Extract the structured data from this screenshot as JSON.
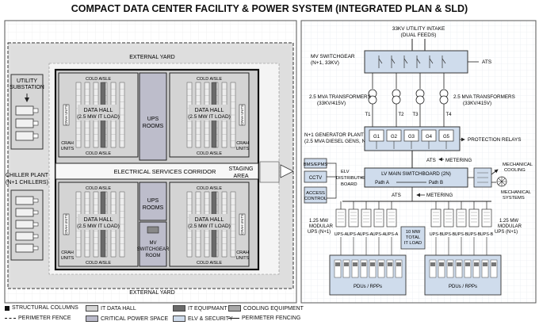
{
  "title": "COMPACT DATA CENTER FACILITY & POWER SYSTEM (INTEGRATED PLAN & SLD)",
  "plan": {
    "external_yard_top": "EXTERNAL YARD",
    "external_yard_bottom": "EXTERNAL YARD",
    "utility_substation": [
      "UTILITY",
      "SUBSTATION"
    ],
    "chiller_plant": [
      "CHILLER PLANT",
      "(N+1 CHILLERS)"
    ],
    "corridor": "ELECTRICAL SERVICES CORRIDOR",
    "staging_area": [
      "STAGING",
      "AREA"
    ],
    "data_hall": [
      "DATA HALL",
      "(2.5 MW IT LOAD)"
    ],
    "cold_aisle": "COLD AISLE",
    "crah_units": [
      "CRAH",
      "UNITS"
    ],
    "crah_unit_tag": "CRAH UNITS",
    "ups_rooms": [
      "UPS",
      "ROOMS"
    ],
    "mv_switchgear_room": [
      "MV",
      "SWITCHGEAR",
      "ROOM"
    ]
  },
  "sld": {
    "utility_intake": [
      "33KV UTILITY INTAKE",
      "(DUAL FEEDS)"
    ],
    "mv_switchgear": [
      "MV SWITCHGEAR",
      "(N+1, 33KV)"
    ],
    "ats": "ATS",
    "transformers_left": [
      "2.5 MVA TRANSFORMERS",
      "(33KV/415V)"
    ],
    "transformers_right": [
      "2.5 MVA TRANSFORMERS",
      "(33KV/415V)"
    ],
    "transformer_tags": [
      "T1",
      "T2",
      "T3",
      "T4"
    ],
    "generator_plant": [
      "N+1 GENERATOR PLANT",
      "(2.5 MVA DIESEL GENS, N+1)"
    ],
    "generator_tags": [
      "G1",
      "G2",
      "G3",
      "G4",
      "G5"
    ],
    "protection_relays": "PROTECTION RELAYS",
    "metering": "METERING",
    "bms_epms": "BMS/EPMS",
    "cctv": "CCTV",
    "access_control": [
      "ACCESS",
      "CONTROL"
    ],
    "elv_board": [
      "ELV",
      "DISTRIBUTION",
      "BOARD"
    ],
    "lv_main": "LV MAIN SWITCHBOARD (2N)",
    "path_a": "Path A",
    "path_b": "Path B",
    "mechanical_cooling": [
      "MECHANICAL",
      "COOLING"
    ],
    "mechanical_systems": [
      "MECHANICAL",
      "SYSTEMS"
    ],
    "ups_left": [
      "1.25 MW",
      "MODULAR",
      "UPS (N+1)"
    ],
    "ups_right": [
      "1.25 MW",
      "MODULAR",
      "UPS (N+1)"
    ],
    "ups_a": "UPS-A",
    "ups_b": "UPS-B",
    "total_it": [
      "10 MW",
      "TOTAL",
      "IT LOAD"
    ],
    "pdus": "PDUs / RPPs"
  },
  "legend": {
    "columns": "STRUCTURAL COLUMNS",
    "perimeter_fence": "PERIMETER FENCE",
    "it_hall": "IT DATA HALL",
    "critical_power": "CRITICAL POWER SPACE",
    "it_equipment": "IT EQUIPMANT",
    "elv_security": "ELV & SECURITY",
    "cooling": "COOLING EQUIPMENT",
    "perimeter_fencing": "PERIMETER FENCING"
  },
  "colors": {
    "hall": "#d4d4d4",
    "power": "#b9b9c9",
    "equipment": "#6a6a6a",
    "sld_box": "#cfdcec",
    "grid": "#e4e8ef"
  }
}
